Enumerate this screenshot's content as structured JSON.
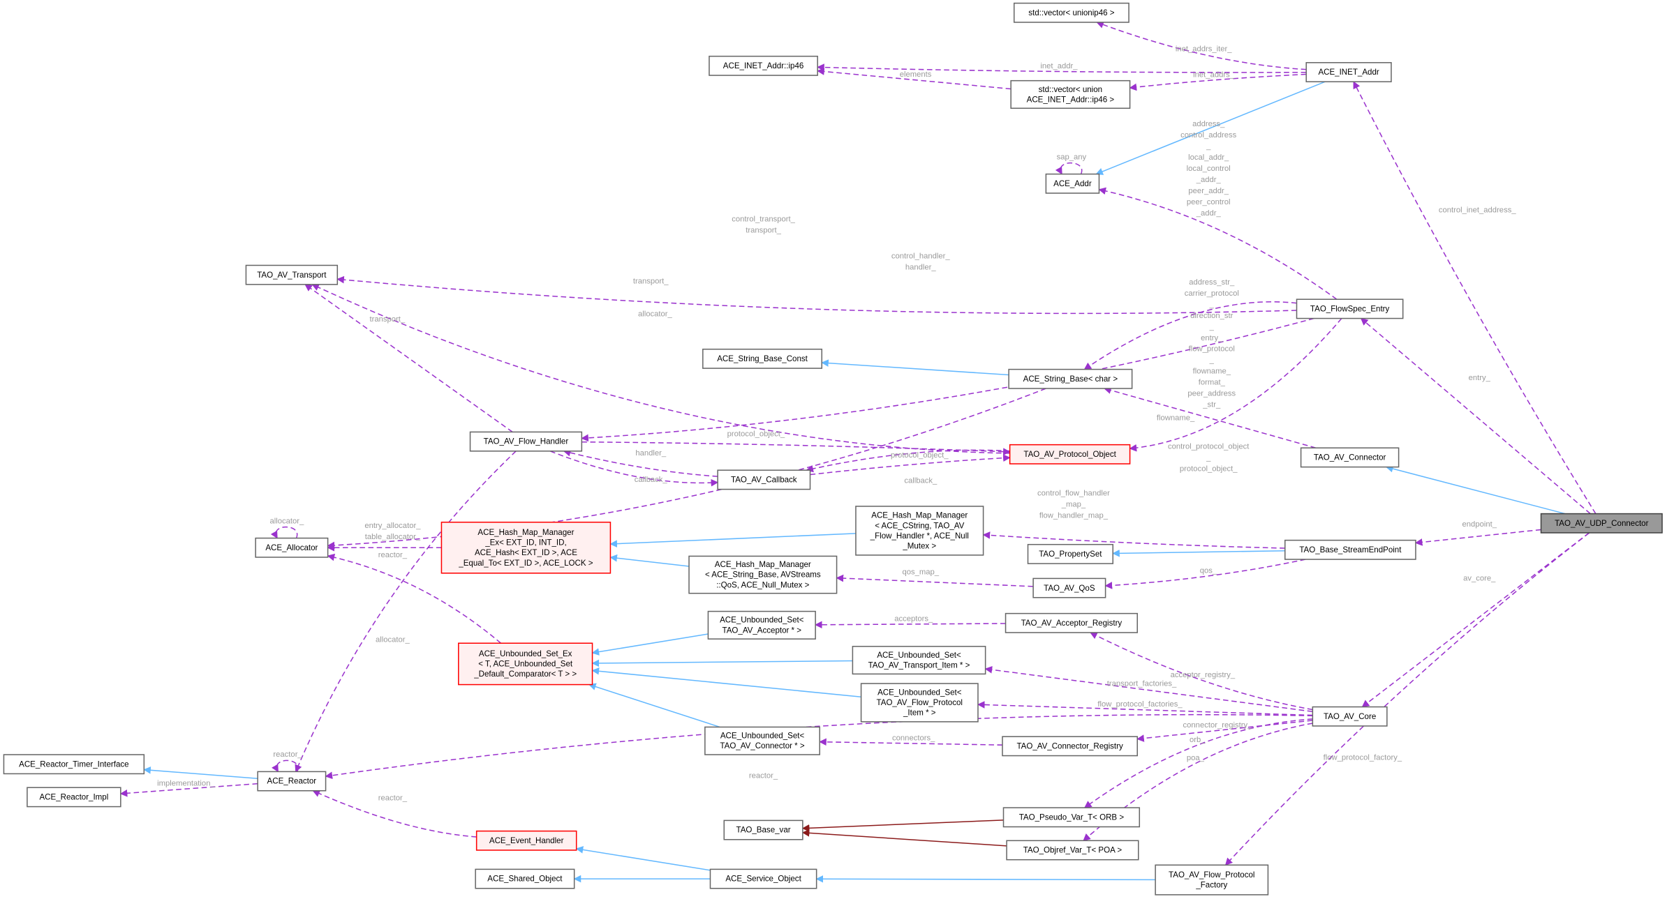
{
  "graph": {
    "colors": {
      "usage": "#9a32cd",
      "inheritance": "#63b8ff",
      "template": "#8b1a1a",
      "focus_fill": "#999999",
      "red_border": "#ff0000"
    },
    "nodes": [
      {
        "id": "vec_unionip46",
        "lines": [
          "std::vector< unionip46 >"
        ],
        "style": "normal"
      },
      {
        "id": "inet_ip46",
        "lines": [
          "ACE_INET_Addr::ip46"
        ],
        "style": "normal"
      },
      {
        "id": "inet_addr",
        "lines": [
          "ACE_INET_Addr"
        ],
        "style": "normal"
      },
      {
        "id": "vec_union_ip46",
        "lines": [
          "std::vector< union",
          "ACE_INET_Addr::ip46 >"
        ],
        "style": "normal"
      },
      {
        "id": "ace_addr",
        "lines": [
          "ACE_Addr"
        ],
        "style": "normal"
      },
      {
        "id": "av_transport",
        "lines": [
          "TAO_AV_Transport"
        ],
        "style": "normal"
      },
      {
        "id": "flowspec",
        "lines": [
          "TAO_FlowSpec_Entry"
        ],
        "style": "normal"
      },
      {
        "id": "sb_const",
        "lines": [
          "ACE_String_Base_Const"
        ],
        "style": "normal"
      },
      {
        "id": "sb_char",
        "lines": [
          "ACE_String_Base< char >"
        ],
        "style": "normal"
      },
      {
        "id": "flow_handler",
        "lines": [
          "TAO_AV_Flow_Handler"
        ],
        "style": "normal"
      },
      {
        "id": "protocol_object",
        "lines": [
          "TAO_AV_Protocol_Object"
        ],
        "style": "red"
      },
      {
        "id": "callback",
        "lines": [
          "TAO_AV_Callback"
        ],
        "style": "normal"
      },
      {
        "id": "av_connector",
        "lines": [
          "TAO_AV_Connector"
        ],
        "style": "normal"
      },
      {
        "id": "udp_connector",
        "lines": [
          "TAO_AV_UDP_Connector"
        ],
        "style": "focus"
      },
      {
        "id": "allocator",
        "lines": [
          "ACE_Allocator"
        ],
        "style": "normal"
      },
      {
        "id": "hmm_ex",
        "lines": [
          "ACE_Hash_Map_Manager",
          "_Ex< EXT_ID, INT_ID,",
          "ACE_Hash< EXT_ID >, ACE",
          "_Equal_To< EXT_ID >, ACE_LOCK >"
        ],
        "style": "red"
      },
      {
        "id": "hmm_cstring",
        "lines": [
          "ACE_Hash_Map_Manager",
          "< ACE_CString, TAO_AV",
          "_Flow_Handler *, ACE_Null",
          "_Mutex >"
        ],
        "style": "normal"
      },
      {
        "id": "property_set",
        "lines": [
          "TAO_PropertySet"
        ],
        "style": "normal"
      },
      {
        "id": "stream_endpoint",
        "lines": [
          "TAO_Base_StreamEndPoint"
        ],
        "style": "normal"
      },
      {
        "id": "hmm_qos",
        "lines": [
          "ACE_Hash_Map_Manager",
          "< ACE_String_Base, AVStreams",
          "::QoS, ACE_Null_Mutex >"
        ],
        "style": "normal"
      },
      {
        "id": "av_qos",
        "lines": [
          "TAO_AV_QoS"
        ],
        "style": "normal"
      },
      {
        "id": "us_acceptor",
        "lines": [
          "ACE_Unbounded_Set<",
          "TAO_AV_Acceptor * >"
        ],
        "style": "normal"
      },
      {
        "id": "acceptor_registry",
        "lines": [
          "TAO_AV_Acceptor_Registry"
        ],
        "style": "normal"
      },
      {
        "id": "us_ex",
        "lines": [
          "ACE_Unbounded_Set_Ex",
          "< T, ACE_Unbounded_Set",
          "_Default_Comparator< T > >"
        ],
        "style": "red"
      },
      {
        "id": "us_transport",
        "lines": [
          "ACE_Unbounded_Set<",
          "TAO_AV_Transport_Item * >"
        ],
        "style": "normal"
      },
      {
        "id": "us_flow_protocol",
        "lines": [
          "ACE_Unbounded_Set<",
          "TAO_AV_Flow_Protocol",
          "_Item * >"
        ],
        "style": "normal"
      },
      {
        "id": "av_core",
        "lines": [
          "TAO_AV_Core"
        ],
        "style": "normal"
      },
      {
        "id": "us_connector",
        "lines": [
          "ACE_Unbounded_Set<",
          "TAO_AV_Connector * >"
        ],
        "style": "normal"
      },
      {
        "id": "connector_registry",
        "lines": [
          "TAO_AV_Connector_Registry"
        ],
        "style": "normal"
      },
      {
        "id": "reactor_timer",
        "lines": [
          "ACE_Reactor_Timer_Interface"
        ],
        "style": "normal"
      },
      {
        "id": "reactor",
        "lines": [
          "ACE_Reactor"
        ],
        "style": "normal"
      },
      {
        "id": "reactor_impl",
        "lines": [
          "ACE_Reactor_Impl"
        ],
        "style": "normal"
      },
      {
        "id": "base_var",
        "lines": [
          "TAO_Base_var"
        ],
        "style": "normal"
      },
      {
        "id": "pseudo_var",
        "lines": [
          "TAO_Pseudo_Var_T< ORB >"
        ],
        "style": "normal"
      },
      {
        "id": "event_handler",
        "lines": [
          "ACE_Event_Handler"
        ],
        "style": "red"
      },
      {
        "id": "objref_var",
        "lines": [
          "TAO_Objref_Var_T< POA >"
        ],
        "style": "normal"
      },
      {
        "id": "shared_object",
        "lines": [
          "ACE_Shared_Object"
        ],
        "style": "normal"
      },
      {
        "id": "service_object",
        "lines": [
          "ACE_Service_Object"
        ],
        "style": "normal"
      },
      {
        "id": "flow_protocol_factory",
        "lines": [
          "TAO_AV_Flow_Protocol",
          "_Factory"
        ],
        "style": "normal"
      }
    ],
    "edges": [
      {
        "from": "inet_addr",
        "to": "vec_unionip46",
        "kind": "use",
        "label": [
          "inet_addrs_iter_"
        ]
      },
      {
        "from": "inet_addr",
        "to": "inet_ip46",
        "kind": "use",
        "label": [
          "inet_addr_"
        ]
      },
      {
        "from": "vec_union_ip46",
        "to": "inet_ip46",
        "kind": "use",
        "label": [
          "elements"
        ]
      },
      {
        "from": "inet_addr",
        "to": "vec_union_ip46",
        "kind": "use",
        "label": [
          "inet_addrs_"
        ]
      },
      {
        "from": "inet_addr",
        "to": "ace_addr",
        "kind": "inherit",
        "label": []
      },
      {
        "from": "ace_addr",
        "to": "ace_addr",
        "kind": "use",
        "label": [
          "sap_any"
        ]
      },
      {
        "from": "flowspec",
        "to": "ace_addr",
        "kind": "use",
        "label": [
          "address_",
          "control_address",
          "_",
          "local_addr_",
          "local_control",
          "_addr_",
          "peer_addr_",
          "peer_control",
          "_addr_"
        ]
      },
      {
        "from": "udp_connector",
        "to": "inet_addr",
        "kind": "use",
        "label": [
          "control_inet_address_"
        ]
      },
      {
        "from": "flowspec",
        "to": "av_transport",
        "kind": "use",
        "label": [
          "control_transport_",
          "transport_"
        ]
      },
      {
        "from": "flowspec",
        "to": "flow_handler",
        "kind": "use",
        "label": [
          "control_handler_",
          "handler_"
        ]
      },
      {
        "from": "flowspec",
        "to": "sb_char",
        "kind": "use",
        "label": [
          "address_str_",
          "carrier_protocol",
          "_",
          "direction_str",
          "_",
          "entry_",
          "flow_protocol",
          "_",
          "flowname_",
          "format_",
          "peer_address",
          "_str_"
        ]
      },
      {
        "from": "flowspec",
        "to": "protocol_object",
        "kind": "use",
        "label": [
          "control_protocol_object",
          "_",
          "protocol_object_"
        ]
      },
      {
        "from": "udp_connector",
        "to": "flowspec",
        "kind": "use",
        "label": [
          "entry_"
        ]
      },
      {
        "from": "sb_char",
        "to": "sb_const",
        "kind": "inherit",
        "label": []
      },
      {
        "from": "sb_char",
        "to": "allocator",
        "kind": "use",
        "label": [
          "allocator_"
        ]
      },
      {
        "from": "protocol_object",
        "to": "av_transport",
        "kind": "use",
        "label": [
          "transport_"
        ]
      },
      {
        "from": "flow_handler",
        "to": "av_transport",
        "kind": "use",
        "label": [
          "transport_"
        ]
      },
      {
        "from": "flow_handler",
        "to": "protocol_object",
        "kind": "use",
        "label": [
          "protocol_object_"
        ]
      },
      {
        "from": "callback",
        "to": "flow_handler",
        "kind": "use",
        "label": [
          "handler_"
        ]
      },
      {
        "from": "flow_handler",
        "to": "callback",
        "kind": "use",
        "label": [
          "callback_"
        ]
      },
      {
        "from": "callback",
        "to": "protocol_object",
        "kind": "use",
        "label": [
          "protocol_object_"
        ]
      },
      {
        "from": "protocol_object",
        "to": "callback",
        "kind": "use",
        "label": [
          "callback_"
        ]
      },
      {
        "from": "av_connector",
        "to": "sb_char",
        "kind": "use",
        "label": [
          "flowname_"
        ]
      },
      {
        "from": "udp_connector",
        "to": "av_connector",
        "kind": "inherit",
        "label": []
      },
      {
        "from": "flow_handler",
        "to": "reactor",
        "kind": "use",
        "label": [
          "reactor_"
        ]
      },
      {
        "from": "allocator",
        "to": "allocator",
        "kind": "use",
        "label": [
          "allocator_"
        ]
      },
      {
        "from": "hmm_ex",
        "to": "allocator",
        "kind": "use",
        "label": [
          "entry_allocator_",
          "table_allocator_"
        ]
      },
      {
        "from": "hmm_cstring",
        "to": "hmm_ex",
        "kind": "inherit",
        "label": []
      },
      {
        "from": "hmm_qos",
        "to": "hmm_ex",
        "kind": "inherit",
        "label": []
      },
      {
        "from": "stream_endpoint",
        "to": "hmm_cstring",
        "kind": "use",
        "label": [
          "control_flow_handler",
          "_map_",
          "flow_handler_map_"
        ]
      },
      {
        "from": "stream_endpoint",
        "to": "property_set",
        "kind": "inherit",
        "label": []
      },
      {
        "from": "udp_connector",
        "to": "stream_endpoint",
        "kind": "use",
        "label": [
          "endpoint_"
        ]
      },
      {
        "from": "stream_endpoint",
        "to": "av_qos",
        "kind": "use",
        "label": [
          "qos_"
        ]
      },
      {
        "from": "av_qos",
        "to": "hmm_qos",
        "kind": "use",
        "label": [
          "qos_map_"
        ]
      },
      {
        "from": "acceptor_registry",
        "to": "us_acceptor",
        "kind": "use",
        "label": [
          "acceptors_"
        ]
      },
      {
        "from": "us_acceptor",
        "to": "us_ex",
        "kind": "inherit",
        "label": []
      },
      {
        "from": "us_transport",
        "to": "us_ex",
        "kind": "inherit",
        "label": []
      },
      {
        "from": "us_flow_protocol",
        "to": "us_ex",
        "kind": "inherit",
        "label": []
      },
      {
        "from": "us_connector",
        "to": "us_ex",
        "kind": "inherit",
        "label": []
      },
      {
        "from": "us_ex",
        "to": "allocator",
        "kind": "use",
        "label": [
          "allocator_"
        ]
      },
      {
        "from": "av_core",
        "to": "acceptor_registry",
        "kind": "use",
        "label": [
          "acceptor_registry_"
        ]
      },
      {
        "from": "av_core",
        "to": "us_transport",
        "kind": "use",
        "label": [
          "transport_factories_"
        ]
      },
      {
        "from": "av_core",
        "to": "us_flow_protocol",
        "kind": "use",
        "label": [
          "flow_protocol_factories_"
        ]
      },
      {
        "from": "av_core",
        "to": "connector_registry",
        "kind": "use",
        "label": [
          "connector_registry_"
        ]
      },
      {
        "from": "connector_registry",
        "to": "us_connector",
        "kind": "use",
        "label": [
          "connectors_"
        ]
      },
      {
        "from": "udp_connector",
        "to": "av_core",
        "kind": "use",
        "label": [
          "av_core_"
        ]
      },
      {
        "from": "av_core",
        "to": "reactor",
        "kind": "use",
        "label": [
          "reactor_"
        ]
      },
      {
        "from": "reactor",
        "to": "reactor",
        "kind": "use",
        "label": [
          "reactor_"
        ]
      },
      {
        "from": "reactor",
        "to": "reactor_timer",
        "kind": "inherit",
        "label": []
      },
      {
        "from": "reactor",
        "to": "reactor_impl",
        "kind": "use",
        "label": [
          "implementation_"
        ]
      },
      {
        "from": "event_handler",
        "to": "reactor",
        "kind": "use",
        "label": [
          "reactor_"
        ]
      },
      {
        "from": "service_object",
        "to": "event_handler",
        "kind": "inherit",
        "label": []
      },
      {
        "from": "service_object",
        "to": "shared_object",
        "kind": "inherit",
        "label": []
      },
      {
        "from": "flow_protocol_factory",
        "to": "service_object",
        "kind": "inherit",
        "label": []
      },
      {
        "from": "av_core",
        "to": "pseudo_var",
        "kind": "use",
        "label": [
          "orb_"
        ]
      },
      {
        "from": "av_core",
        "to": "objref_var",
        "kind": "use",
        "label": [
          "poa_"
        ]
      },
      {
        "from": "pseudo_var",
        "to": "base_var",
        "kind": "template",
        "label": []
      },
      {
        "from": "objref_var",
        "to": "base_var",
        "kind": "template",
        "label": []
      },
      {
        "from": "udp_connector",
        "to": "flow_protocol_factory",
        "kind": "use",
        "label": [
          "flow_protocol_factory_"
        ]
      }
    ]
  }
}
